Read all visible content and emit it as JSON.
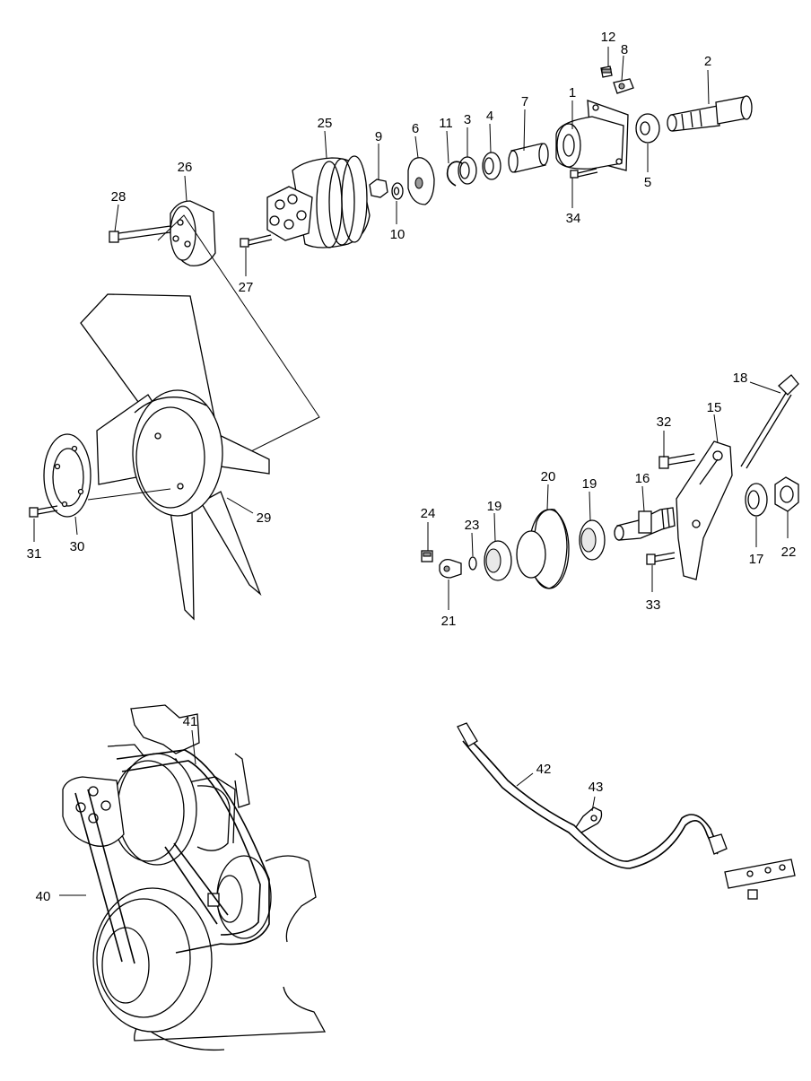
{
  "labels": {
    "l1": "1",
    "l2": "2",
    "l3": "3",
    "l4": "4",
    "l5": "5",
    "l6": "6",
    "l7": "7",
    "l8": "8",
    "l9": "9",
    "l10": "10",
    "l11": "11",
    "l12": "12",
    "l15": "15",
    "l16": "16",
    "l17": "17",
    "l18": "18",
    "l19a": "19",
    "l19b": "19",
    "l20": "20",
    "l21": "21",
    "l22": "22",
    "l23": "23",
    "l24": "24",
    "l25": "25",
    "l26": "26",
    "l27": "27",
    "l28": "28",
    "l29": "29",
    "l30": "30",
    "l31": "31",
    "l32": "32",
    "l33": "33",
    "l34": "34",
    "l40": "40",
    "l41": "41",
    "l42": "42",
    "l43": "43"
  }
}
